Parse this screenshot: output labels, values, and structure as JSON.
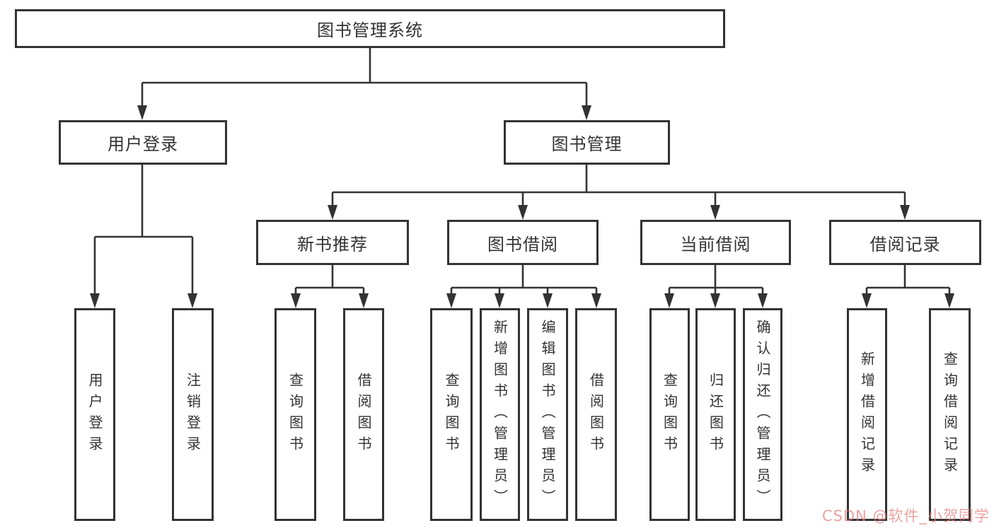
{
  "tree": {
    "root": "图书管理系统",
    "branches": [
      {
        "label": "用户登录",
        "children": [
          "用户登录",
          "注销登录"
        ]
      },
      {
        "label": "图书管理",
        "groups": [
          {
            "label": "新书推荐",
            "children": [
              "查询图书",
              "借阅图书"
            ]
          },
          {
            "label": "图书借阅",
            "children": [
              "查询图书",
              "新增图书（管理员）",
              "编辑图书（管理员）",
              "借阅图书"
            ]
          },
          {
            "label": "当前借阅",
            "children": [
              "查询图书",
              "归还图书",
              "确认归还（管理员）"
            ]
          },
          {
            "label": "借阅记录",
            "children": [
              "新增借阅记录",
              "查询借阅记录"
            ]
          }
        ]
      }
    ]
  },
  "watermark": {
    "text": "CSDN @软件_小贺同学",
    "color": "#e77d7d"
  },
  "colors": {
    "line": "#333333",
    "text": "#333333",
    "background": "#ffffff",
    "box_fill": "#ffffff"
  }
}
